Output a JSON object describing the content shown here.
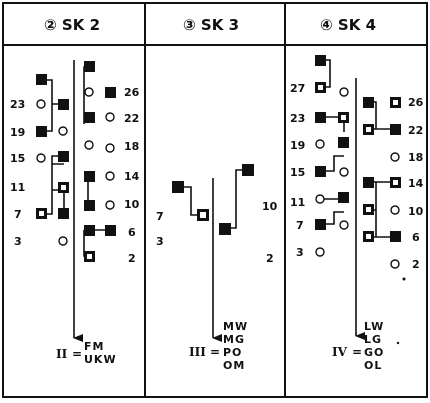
{
  "columns": [
    {
      "header": "② SK 2",
      "roman": "II",
      "bands": [
        "FM",
        "UKW"
      ],
      "left_numbers": [
        "23",
        "19",
        "15",
        "11",
        "7",
        "3"
      ],
      "right_numbers": [
        "26",
        "22",
        "18",
        "14",
        "10",
        "6",
        "2"
      ]
    },
    {
      "header": "③ SK 3",
      "roman": "III",
      "bands": [
        "MW",
        "MG",
        "PO",
        "OM"
      ],
      "left_numbers": [
        "7",
        "3"
      ],
      "right_numbers": [
        "10",
        "2"
      ]
    },
    {
      "header": "④ SK 4",
      "roman": "IV",
      "bands": [
        "LW",
        "LG",
        "GO",
        "OL"
      ],
      "left_numbers": [
        "27",
        "23",
        "19",
        "15",
        "11",
        "7",
        "3"
      ],
      "right_numbers": [
        "26",
        "22",
        "18",
        "14",
        "10",
        "6",
        "2"
      ]
    }
  ],
  "colors": {
    "ink": "#111111",
    "background": "#ffffff"
  }
}
